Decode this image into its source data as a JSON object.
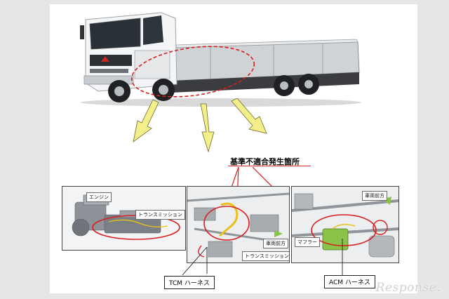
{
  "diagram_title": "基準不適合発生箇所",
  "panels": {
    "engine": {
      "label_engine": "エンジン",
      "label_transmission": "トランスミッション"
    },
    "middle": {
      "label_front": "車両前方",
      "label_transmission": "トランスミッション"
    },
    "right": {
      "label_front": "車両前方",
      "label_muffler": "マフラー"
    }
  },
  "callouts": {
    "tcm": "TCM ハーネス",
    "acm": "ACM ハーネス"
  },
  "watermark": "Response.",
  "colors": {
    "highlight_red": "#d81e1e",
    "arrow_yellow": "#f3ef8a",
    "harness_yellow": "#e8c21a"
  }
}
